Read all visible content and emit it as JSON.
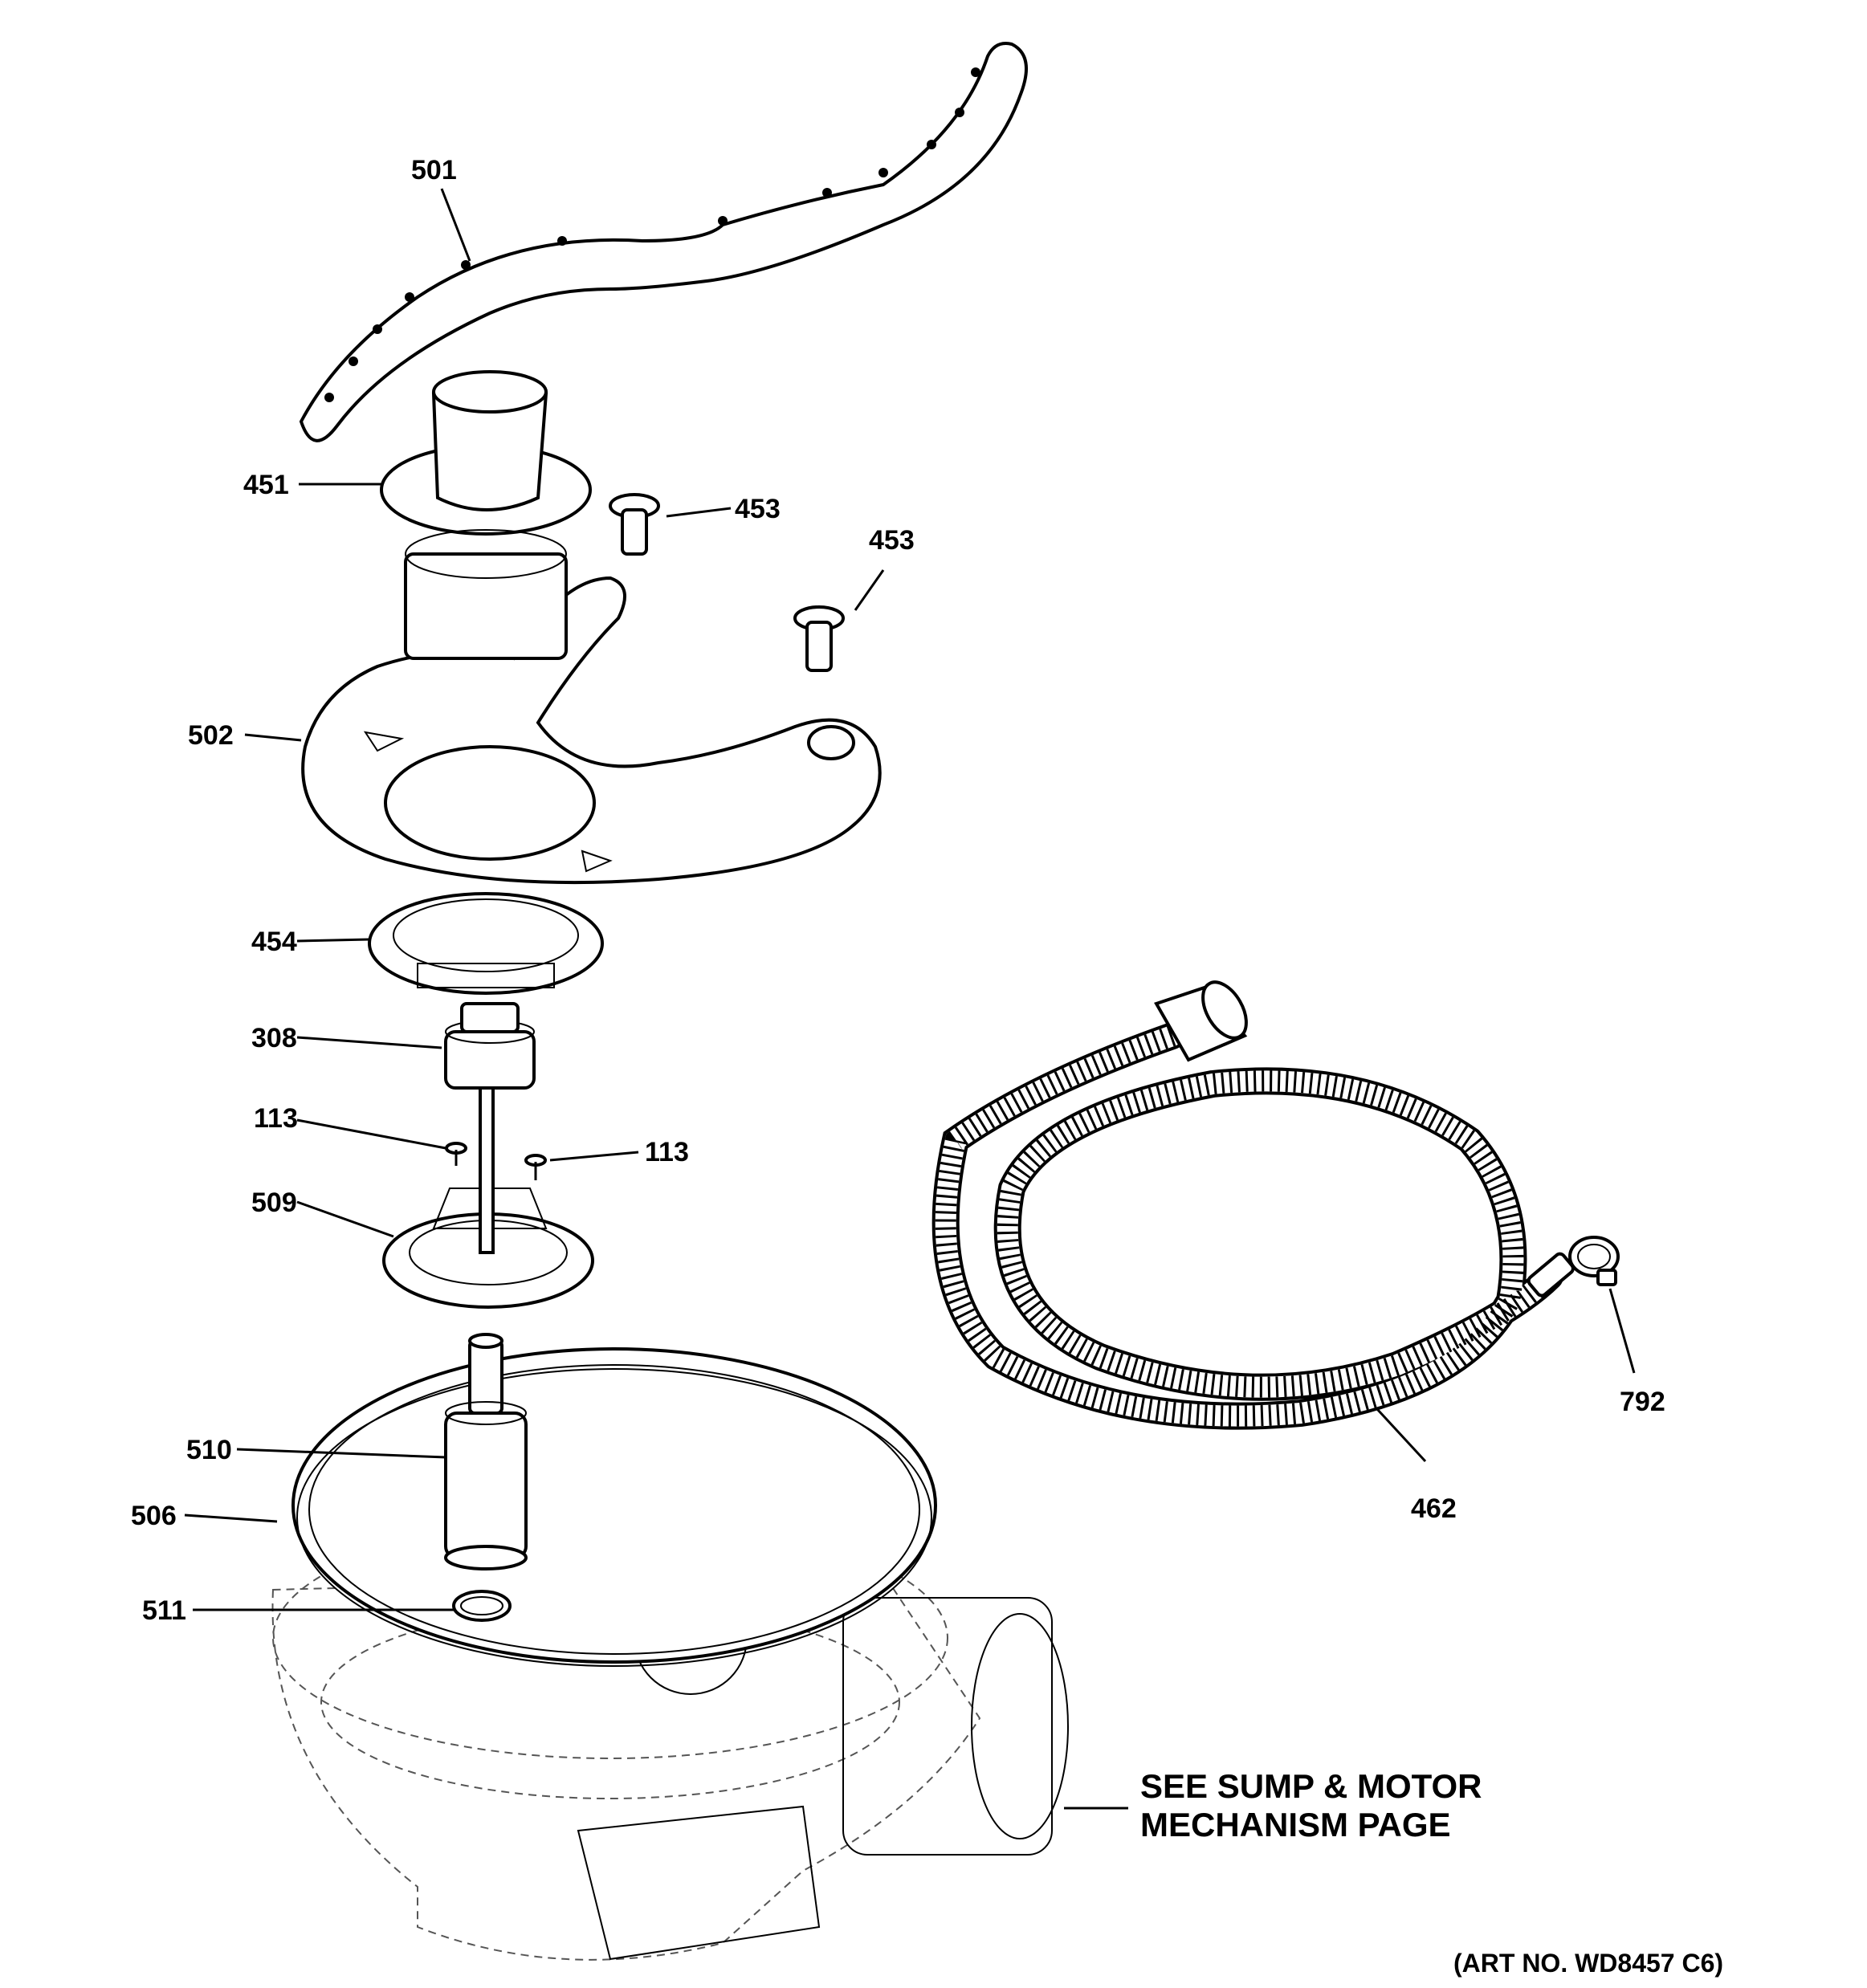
{
  "callouts": {
    "p501": "501",
    "p451": "451",
    "p453a": "453",
    "p453b": "453",
    "p502": "502",
    "p454": "454",
    "p308": "308",
    "p113a": "113",
    "p113b": "113",
    "p509": "509",
    "p510": "510",
    "p506": "506",
    "p511": "511",
    "p462": "462",
    "p792": "792"
  },
  "note": {
    "line1": "SEE SUMP & MOTOR",
    "line2": "MECHANISM PAGE"
  },
  "art_number": "(ART NO. WD8457 C6)"
}
